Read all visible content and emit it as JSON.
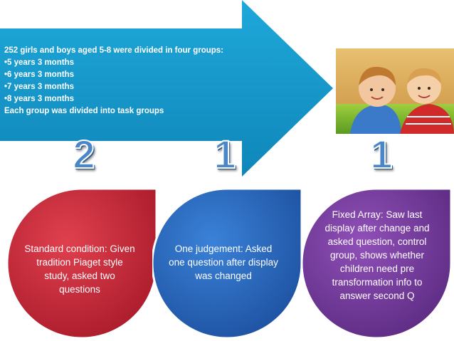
{
  "intro": {
    "heading": "252 girls and boys aged 5-8 were divided in four groups:",
    "groups": [
      "•5 years 3 months",
      "•6 years 3 months",
      "•7 years 3 months",
      "•8 years 3 months"
    ],
    "footer": "Each group was divided into task groups"
  },
  "numbers": [
    "2",
    "1",
    "1"
  ],
  "conditions": [
    {
      "text": "Standard condition: Given tradition Piaget style study, asked two questions",
      "color": "#c8283a"
    },
    {
      "text": "One judgement: Asked one question after display was changed",
      "color": "#2f6fc4"
    },
    {
      "text": "Fixed Array: Saw last display after change and asked question, control group, shows whether children need pre transformation info to answer second Q",
      "color": "#7b3fa0"
    }
  ],
  "colors": {
    "arrow": "#1a9fd0",
    "number": "#4a86c8"
  },
  "photo": {
    "icon": "children-photo"
  }
}
